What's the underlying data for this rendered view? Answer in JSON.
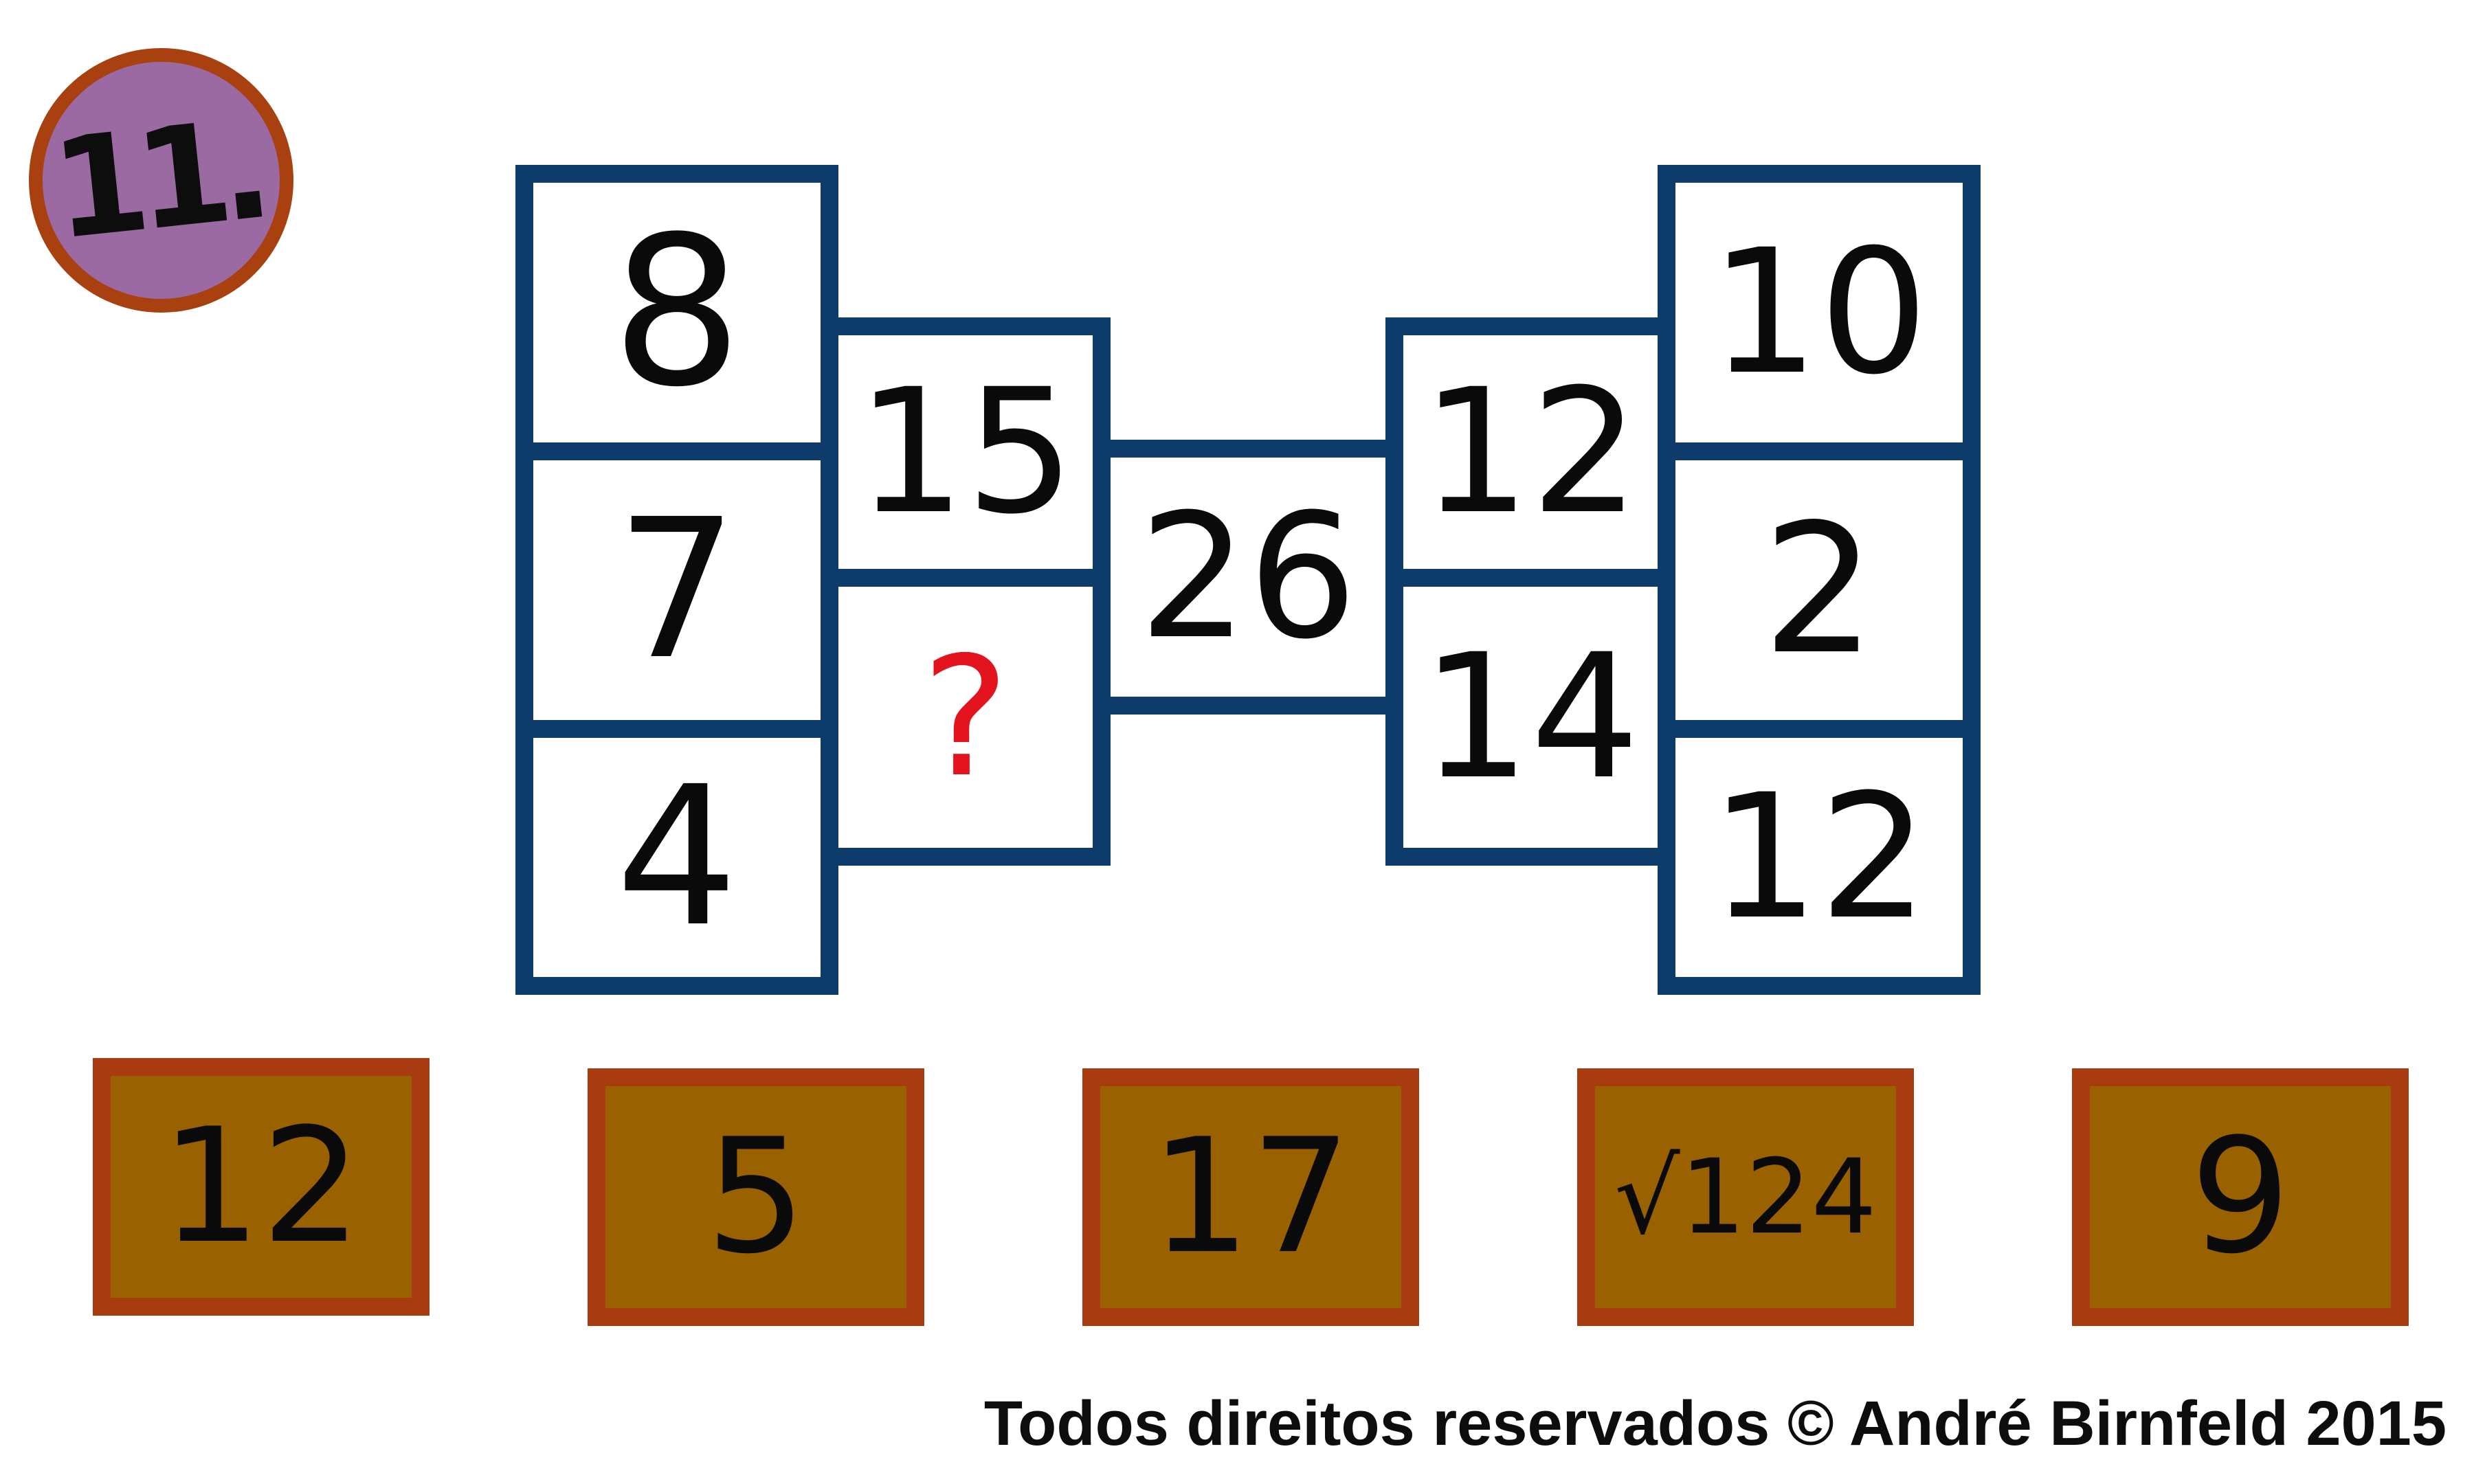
{
  "puzzle": {
    "number_label": "11.",
    "left_column": [
      "8",
      "7",
      "4"
    ],
    "left_inner": [
      "15",
      "?"
    ],
    "center": "26",
    "right_inner": [
      "12",
      "14"
    ],
    "right_column": [
      "10",
      "2",
      "12"
    ]
  },
  "options": [
    "12",
    "5",
    "17",
    "√124",
    "9"
  ],
  "footer": {
    "credit": "Todos direitos reservados © André Birnfeld 2015"
  },
  "colors": {
    "cell_border": "#0d3c6b",
    "question_mark": "#e3141d",
    "badge_fill": "#9b6aa3",
    "badge_border": "#a8400f",
    "option_fill": "#9a6100",
    "option_border": "#a83c10"
  }
}
